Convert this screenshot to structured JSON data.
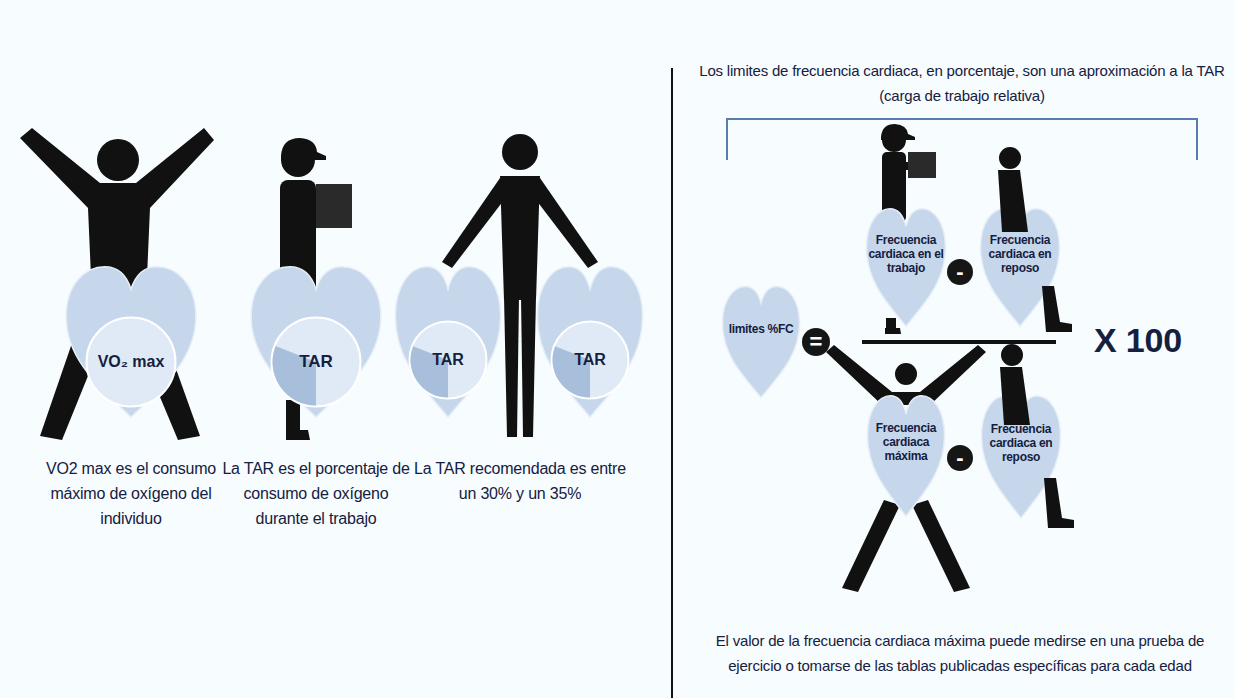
{
  "diagram": {
    "nodes": [
      {
        "text": [
          "VO₂ max"
        ]
      },
      {
        "text": [
          "TAR"
        ]
      },
      {
        "text": [
          "TAR"
        ]
      },
      {
        "text": [
          "TAR"
        ]
      },
      {
        "text": [
          "limites %FC"
        ]
      },
      {
        "text": [
          "="
        ]
      },
      {
        "text": [
          "Frecuencia cardiaca en el trabajo"
        ]
      },
      {
        "text": [
          "-"
        ]
      },
      {
        "text": [
          "Frecuencia cardiaca en reposo"
        ]
      },
      {
        "text": [
          "Frecuencia cardiaca máxima"
        ]
      },
      {
        "text": [
          "-"
        ]
      },
      {
        "text": [
          "Frecuencia cardiaca en reposo"
        ]
      }
    ],
    "labels": [
      "VO2 max es el consumo máximo de oxígeno del individuo",
      "La TAR es el porcentaje de consumo de oxígeno durante el trabajo",
      "La TAR recomendada es entre un 30% y un 35%",
      "Los limites de frecuencia cardiaca, en porcentaje, son una aproximación a la TAR (carga de trabajo relativa)",
      "X 100",
      "El valor de la frecuencia cardiaca máxima puede medirse en una prueba de ejercicio o tomarse de las tablas publicadas específicas para cada edad"
    ]
  }
}
